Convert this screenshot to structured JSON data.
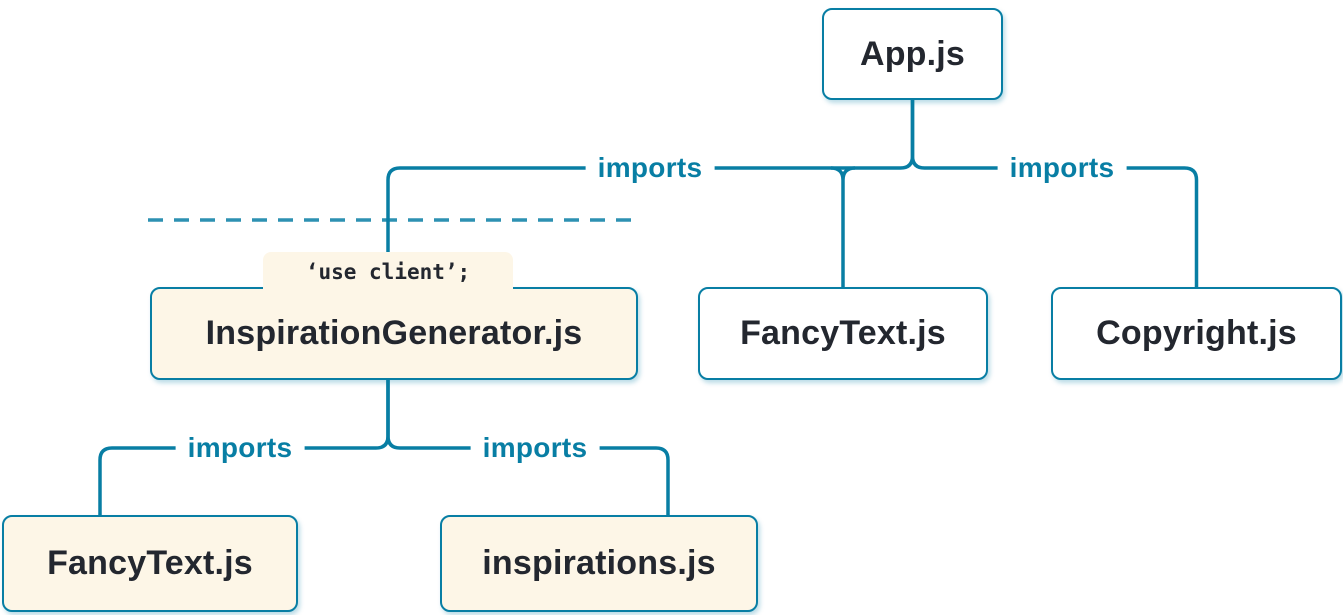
{
  "diagram": {
    "type": "module-dependency-tree",
    "nodes": {
      "app": {
        "label": "App.js",
        "kind": "server"
      },
      "inspiration_generator": {
        "label": "InspirationGenerator.js",
        "kind": "client",
        "directive": "‘use client’;"
      },
      "fancy_text_top": {
        "label": "FancyText.js",
        "kind": "server"
      },
      "copyright": {
        "label": "Copyright.js",
        "kind": "server"
      },
      "fancy_text_bottom": {
        "label": "FancyText.js",
        "kind": "client"
      },
      "inspirations": {
        "label": "inspirations.js",
        "kind": "client"
      }
    },
    "edges": [
      {
        "from": "App.js",
        "to": "InspirationGenerator.js",
        "label": "imports"
      },
      {
        "from": "App.js",
        "to": "FancyText.js",
        "label": "imports"
      },
      {
        "from": "App.js",
        "to": "Copyright.js",
        "label": "imports"
      },
      {
        "from": "InspirationGenerator.js",
        "to": "FancyText.js",
        "label": "imports"
      },
      {
        "from": "InspirationGenerator.js",
        "to": "inspirations.js",
        "label": "imports"
      }
    ],
    "colors": {
      "line": "#087ea4",
      "label_text": "#087ea4",
      "node_text": "#23272f",
      "server_node_bg": "#ffffff",
      "client_node_bg": "#fdf6e7"
    }
  }
}
